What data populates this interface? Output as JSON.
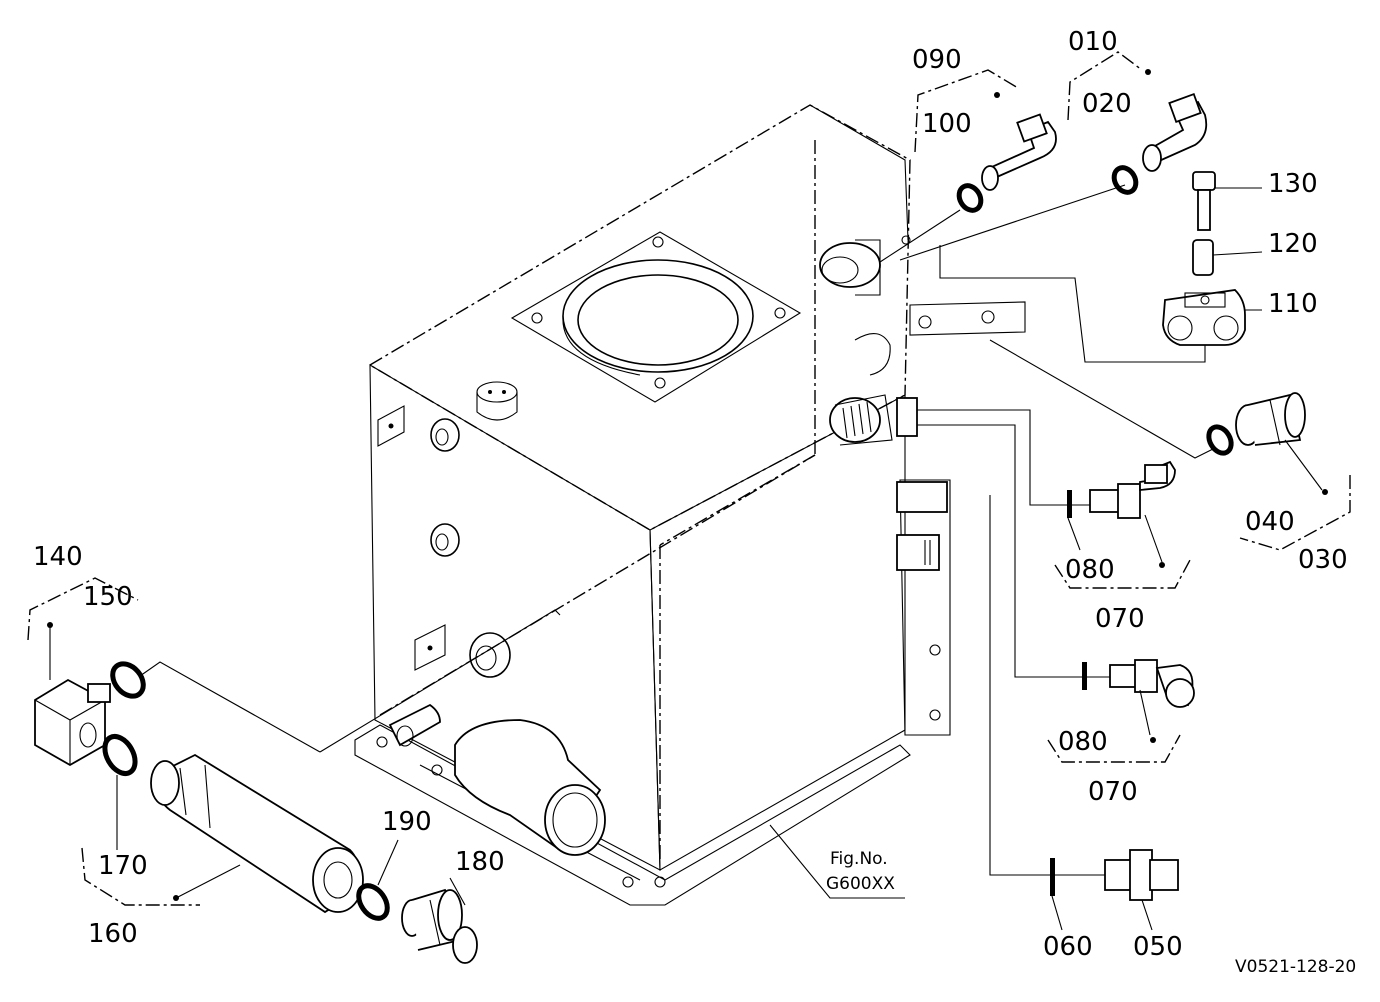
{
  "diagram": {
    "part_labels": {
      "p010": "010",
      "p020": "020",
      "p030": "030",
      "p040": "040",
      "p050": "050",
      "p060": "060",
      "p070a": "070",
      "p070b": "070",
      "p080a": "080",
      "p080b": "080",
      "p090": "090",
      "p100": "100",
      "p110": "110",
      "p120": "120",
      "p130": "130",
      "p140": "140",
      "p150": "150",
      "p160": "160",
      "p170": "170",
      "p180": "180",
      "p190": "190"
    },
    "fig_caption_line1": "Fig.No.",
    "fig_caption_line2": "G600XX",
    "drawing_code": "V0521-128-20"
  }
}
